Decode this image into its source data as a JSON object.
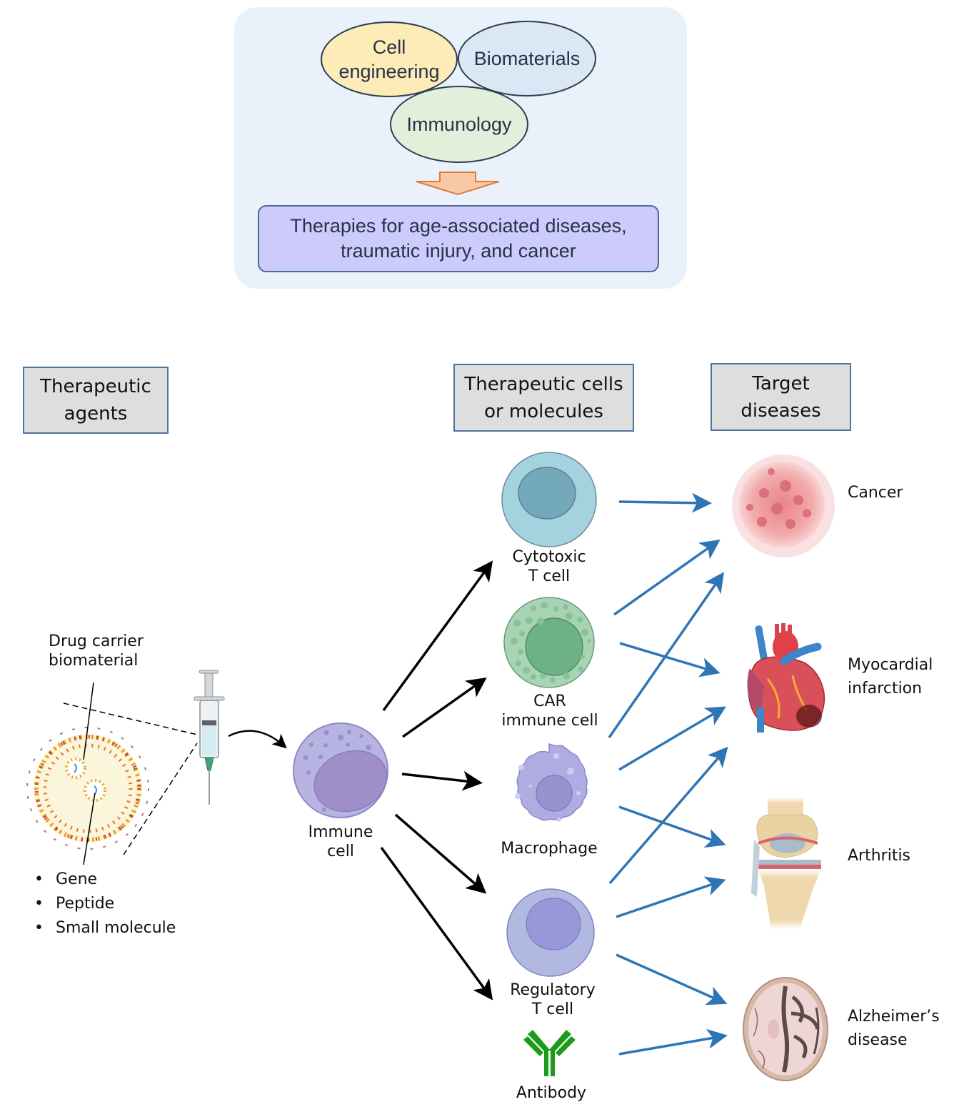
{
  "top_panel": {
    "fields": [
      {
        "label": "Cell engineering",
        "line1": "Cell",
        "line2": "engineering",
        "color": "#fdebb8"
      },
      {
        "label": "Biomaterials",
        "color": "#dce7f5"
      },
      {
        "label": "Immunology",
        "color": "#e2efda"
      }
    ],
    "arrow_color": "#f4b183",
    "result": {
      "line1": "Therapies for age-associated diseases,",
      "line2": "traumatic injury, and cancer",
      "color": "#cccbfb"
    }
  },
  "headers": {
    "agents": {
      "line1": "Therapeutic",
      "line2": "agents"
    },
    "cells": {
      "line1": "Therapeutic cells",
      "line2": "or molecules"
    },
    "targets": {
      "line1": "Target",
      "line2": "diseases"
    }
  },
  "agents": {
    "carrier_label": {
      "line1": "Drug carrier",
      "line2": "biomaterial"
    },
    "cargo": [
      "Gene",
      "Peptide",
      "Small molecule"
    ],
    "syringe_icon": "syringe-icon",
    "nanoparticle_icon": "liposome-icon"
  },
  "immune_cell": {
    "line1": "Immune",
    "line2": "cell",
    "icon": "immune-cell-icon"
  },
  "therapeutics": [
    {
      "id": "cytotoxic",
      "line1": "Cytotoxic",
      "line2": "T cell",
      "icon": "cytotoxic-t-cell-icon"
    },
    {
      "id": "car",
      "line1": "CAR",
      "line2": "immune cell",
      "icon": "car-immune-cell-icon"
    },
    {
      "id": "macrophage",
      "line1": "Macrophage",
      "line2": "",
      "icon": "macrophage-icon"
    },
    {
      "id": "treg",
      "line1": "Regulatory",
      "line2": "T cell",
      "icon": "regulatory-t-cell-icon"
    },
    {
      "id": "antibody",
      "line1": "Antibody",
      "line2": "",
      "icon": "antibody-icon"
    }
  ],
  "diseases": [
    {
      "id": "cancer",
      "line1": "Cancer",
      "line2": "",
      "icon": "tumor-icon"
    },
    {
      "id": "mi",
      "line1": "Myocardial",
      "line2": "infarction",
      "icon": "heart-icon"
    },
    {
      "id": "arthritis",
      "line1": "Arthritis",
      "line2": "",
      "icon": "knee-joint-icon"
    },
    {
      "id": "alzheimers",
      "line1": "Alzheimer’s",
      "line2": "disease",
      "icon": "brain-icon"
    }
  ],
  "links": [
    {
      "from": "cytotoxic",
      "to": "cancer"
    },
    {
      "from": "car",
      "to": "cancer"
    },
    {
      "from": "car",
      "to": "mi"
    },
    {
      "from": "macrophage",
      "to": "cancer"
    },
    {
      "from": "macrophage",
      "to": "mi"
    },
    {
      "from": "macrophage",
      "to": "arthritis"
    },
    {
      "from": "treg",
      "to": "mi"
    },
    {
      "from": "treg",
      "to": "arthritis"
    },
    {
      "from": "treg",
      "to": "alzheimers"
    },
    {
      "from": "antibody",
      "to": "alzheimers"
    }
  ],
  "colors": {
    "link_arrow": "#2e75b6",
    "flow_arrow": "#000000"
  }
}
